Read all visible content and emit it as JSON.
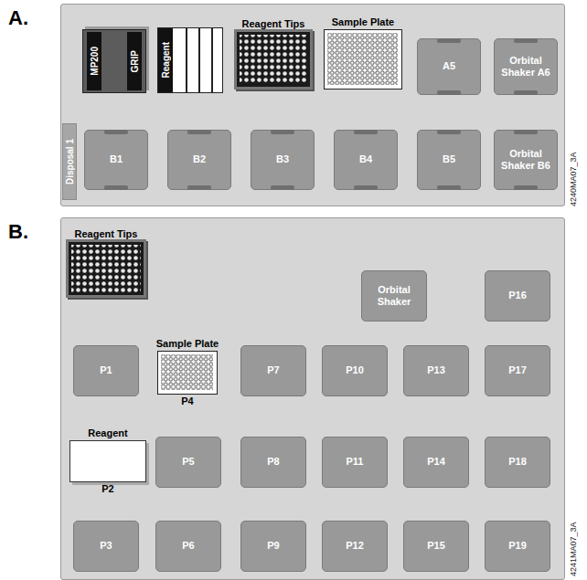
{
  "diagram": {
    "nodes": [
      {
        "text": [
          "A."
        ]
      },
      {
        "text": [
          "MP200",
          "GRIP"
        ],
        "in": 0
      },
      {
        "text": [
          "Reagent"
        ],
        "in": 0
      },
      {
        "text": [
          "Reagent Tips"
        ],
        "in": 0
      },
      {
        "text": [
          "Sample Plate"
        ],
        "in": 0
      },
      {
        "text": [
          "A5"
        ],
        "in": 0
      },
      {
        "text": [
          "Orbital Shaker A6"
        ],
        "in": 0
      },
      {
        "text": [
          "Disposal 1"
        ],
        "in": 0
      },
      {
        "text": [
          "B1"
        ],
        "in": 0
      },
      {
        "text": [
          "B2"
        ],
        "in": 0
      },
      {
        "text": [
          "B3"
        ],
        "in": 0
      },
      {
        "text": [
          "B4"
        ],
        "in": 0
      },
      {
        "text": [
          "B5"
        ],
        "in": 0
      },
      {
        "text": [
          "Orbital Shaker B6"
        ],
        "in": 0
      },
      {
        "text": [
          "B."
        ]
      },
      {
        "text": [
          "Reagent Tips"
        ],
        "in": 14
      },
      {
        "text": [
          "Orbital Shaker"
        ],
        "in": 14
      },
      {
        "text": [
          "P16"
        ],
        "in": 14
      },
      {
        "text": [
          "P1"
        ],
        "in": 14
      },
      {
        "text": [
          "Sample Plate",
          "P4"
        ],
        "in": 14
      },
      {
        "text": [
          "P7"
        ],
        "in": 14
      },
      {
        "text": [
          "P10"
        ],
        "in": 14
      },
      {
        "text": [
          "P13"
        ],
        "in": 14
      },
      {
        "text": [
          "P17"
        ],
        "in": 14
      },
      {
        "text": [
          "Reagent",
          "P2"
        ],
        "in": 14
      },
      {
        "text": [
          "P5"
        ],
        "in": 14
      },
      {
        "text": [
          "P8"
        ],
        "in": 14
      },
      {
        "text": [
          "P11"
        ],
        "in": 14
      },
      {
        "text": [
          "P14"
        ],
        "in": 14
      },
      {
        "text": [
          "P18"
        ],
        "in": 14
      },
      {
        "text": [
          "P3"
        ],
        "in": 14
      },
      {
        "text": [
          "P6"
        ],
        "in": 14
      },
      {
        "text": [
          "P9"
        ],
        "in": 14
      },
      {
        "text": [
          "P12"
        ],
        "in": 14
      },
      {
        "text": [
          "P15"
        ],
        "in": 14
      },
      {
        "text": [
          "P19"
        ],
        "in": 14
      }
    ],
    "labels": [
      "4240MA07_3A",
      "4241MA07_3A"
    ]
  }
}
